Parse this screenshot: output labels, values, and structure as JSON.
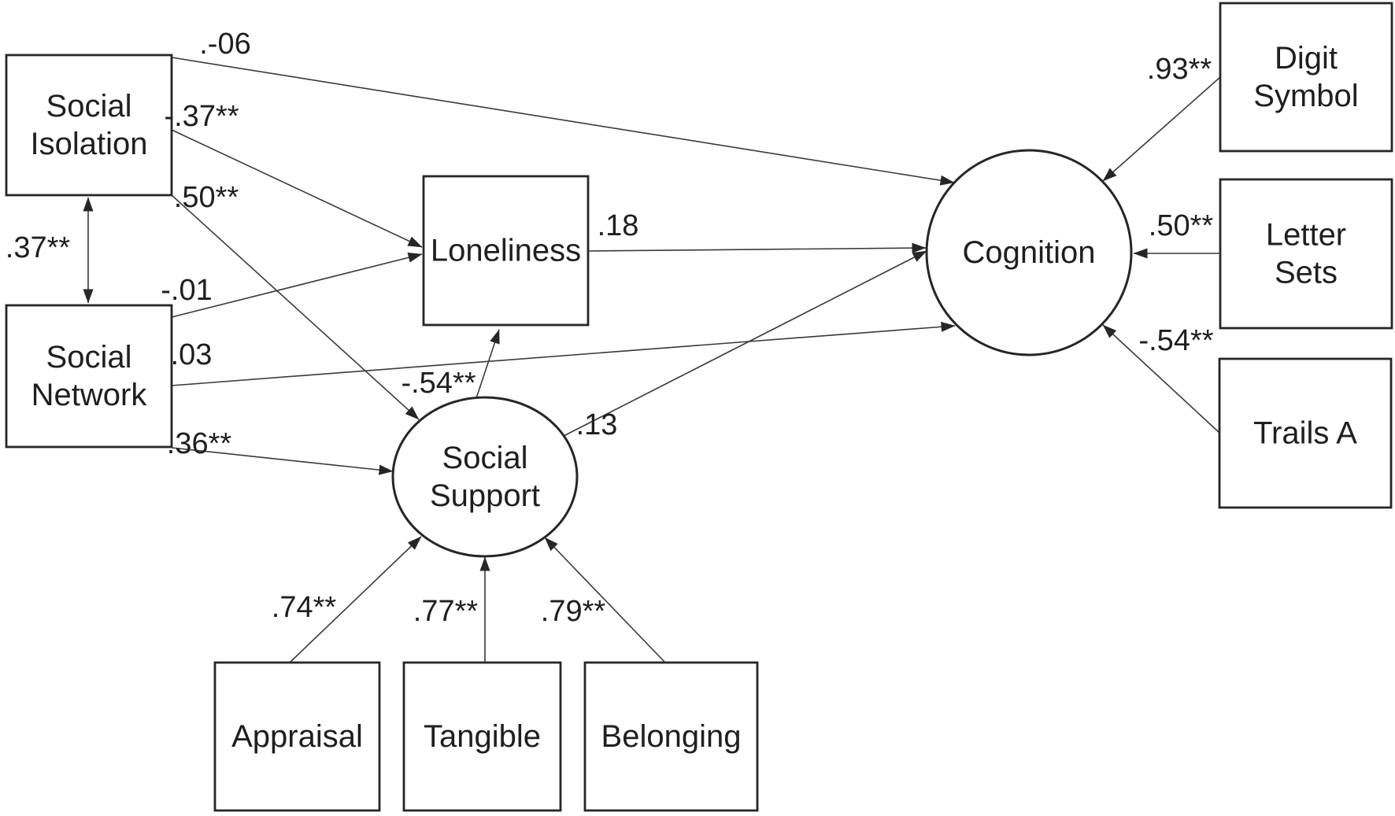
{
  "figure": {
    "title": "Structural equation model path diagram",
    "background": "#ffffff",
    "ink": "#262626"
  },
  "nodes": [
    {
      "id": "social-isolation",
      "shape": "rect",
      "lines": [
        "Social",
        "Isolation"
      ]
    },
    {
      "id": "social-network",
      "shape": "rect",
      "lines": [
        "Social",
        "Network"
      ]
    },
    {
      "id": "loneliness",
      "shape": "rect",
      "lines": [
        "Loneliness"
      ]
    },
    {
      "id": "social-support",
      "shape": "ellipse",
      "lines": [
        "Social",
        "Support"
      ]
    },
    {
      "id": "cognition",
      "shape": "ellipse",
      "lines": [
        "Cognition"
      ]
    },
    {
      "id": "digit-symbol",
      "shape": "rect",
      "lines": [
        "Digit",
        "Symbol"
      ]
    },
    {
      "id": "letter-sets",
      "shape": "rect",
      "lines": [
        "Letter",
        "Sets"
      ]
    },
    {
      "id": "trails-a",
      "shape": "rect",
      "lines": [
        "Trails A"
      ]
    },
    {
      "id": "appraisal",
      "shape": "rect",
      "lines": [
        "Appraisal"
      ]
    },
    {
      "id": "tangible",
      "shape": "rect",
      "lines": [
        "Tangible"
      ]
    },
    {
      "id": "belonging",
      "shape": "rect",
      "lines": [
        "Belonging"
      ]
    }
  ],
  "edges": [
    {
      "id": "social-isolation-to-cognition",
      "from": "social-isolation",
      "to": "cognition",
      "coefficient": ".-06",
      "arrows": "end"
    },
    {
      "id": "social-isolation-to-loneliness",
      "from": "social-isolation",
      "to": "loneliness",
      "coefficient": "-.37**",
      "arrows": "end"
    },
    {
      "id": "social-isolation-to-social-support",
      "from": "social-isolation",
      "to": "social-support",
      "coefficient": ".50**",
      "arrows": "end"
    },
    {
      "id": "social-isolation-social-network-covariance",
      "from": "social-isolation",
      "to": "social-network",
      "coefficient": ".37**",
      "arrows": "both"
    },
    {
      "id": "social-network-to-loneliness",
      "from": "social-network",
      "to": "loneliness",
      "coefficient": "-.01",
      "arrows": "end"
    },
    {
      "id": "social-network-to-cognition",
      "from": "social-network",
      "to": "cognition",
      "coefficient": ".03",
      "arrows": "end"
    },
    {
      "id": "social-network-to-social-support",
      "from": "social-network",
      "to": "social-support",
      "coefficient": ".36**",
      "arrows": "end"
    },
    {
      "id": "social-support-to-loneliness",
      "from": "social-support",
      "to": "loneliness",
      "coefficient": "-.54**",
      "arrows": "end"
    },
    {
      "id": "social-support-to-cognition",
      "from": "social-support",
      "to": "cognition",
      "coefficient": ".13",
      "arrows": "end"
    },
    {
      "id": "loneliness-to-cognition",
      "from": "loneliness",
      "to": "cognition",
      "coefficient": ".18",
      "arrows": "end"
    },
    {
      "id": "appraisal-to-social-support",
      "from": "appraisal",
      "to": "social-support",
      "coefficient": ".74**",
      "arrows": "end"
    },
    {
      "id": "tangible-to-social-support",
      "from": "tangible",
      "to": "social-support",
      "coefficient": ".77**",
      "arrows": "end"
    },
    {
      "id": "belonging-to-social-support",
      "from": "belonging",
      "to": "social-support",
      "coefficient": ".79**",
      "arrows": "end"
    },
    {
      "id": "digit-symbol-to-cognition",
      "from": "digit-symbol",
      "to": "cognition",
      "coefficient": ".93**",
      "arrows": "end"
    },
    {
      "id": "letter-sets-to-cognition",
      "from": "letter-sets",
      "to": "cognition",
      "coefficient": ".50**",
      "arrows": "end"
    },
    {
      "id": "trails-a-to-cognition",
      "from": "trails-a",
      "to": "cognition",
      "coefficient": "-.54**",
      "arrows": "end"
    }
  ]
}
